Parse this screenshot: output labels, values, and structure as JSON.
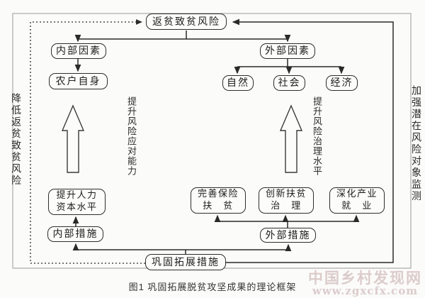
{
  "diagram": {
    "nodes": {
      "risk": "返贫致贫风险",
      "internal_factor": "内部因素",
      "farmer": "农户自身",
      "external_factor": "外部因素",
      "natural": "自然",
      "society": "社会",
      "economy": "经济",
      "human_capital": "提升人力\n资本水平",
      "internal_measure": "内部措施",
      "insurance": "完善保险\n扶　贫",
      "innovation": "创新扶贫\n治　理",
      "industry": "深化产业\n就　业",
      "external_measure": "外部措施",
      "consolidate": "巩固拓展措施"
    },
    "annotations": {
      "left_arrow": "提升风险应对能力",
      "right_arrow": "提升风险治理水平",
      "left_side": "降低返贫致贫风险",
      "right_side": "加强潜在风险对象监测"
    },
    "caption": "图1 巩固拓展脱贫攻坚成果的理论框架",
    "watermark": {
      "name": "中国乡村发现网",
      "url": "www.zgxcfx.com"
    },
    "colors": {
      "line": "#2a2a2a",
      "border": "#9a9a9a",
      "box_border": "#2d2d2d",
      "watermark": "#c1a5a5"
    }
  }
}
